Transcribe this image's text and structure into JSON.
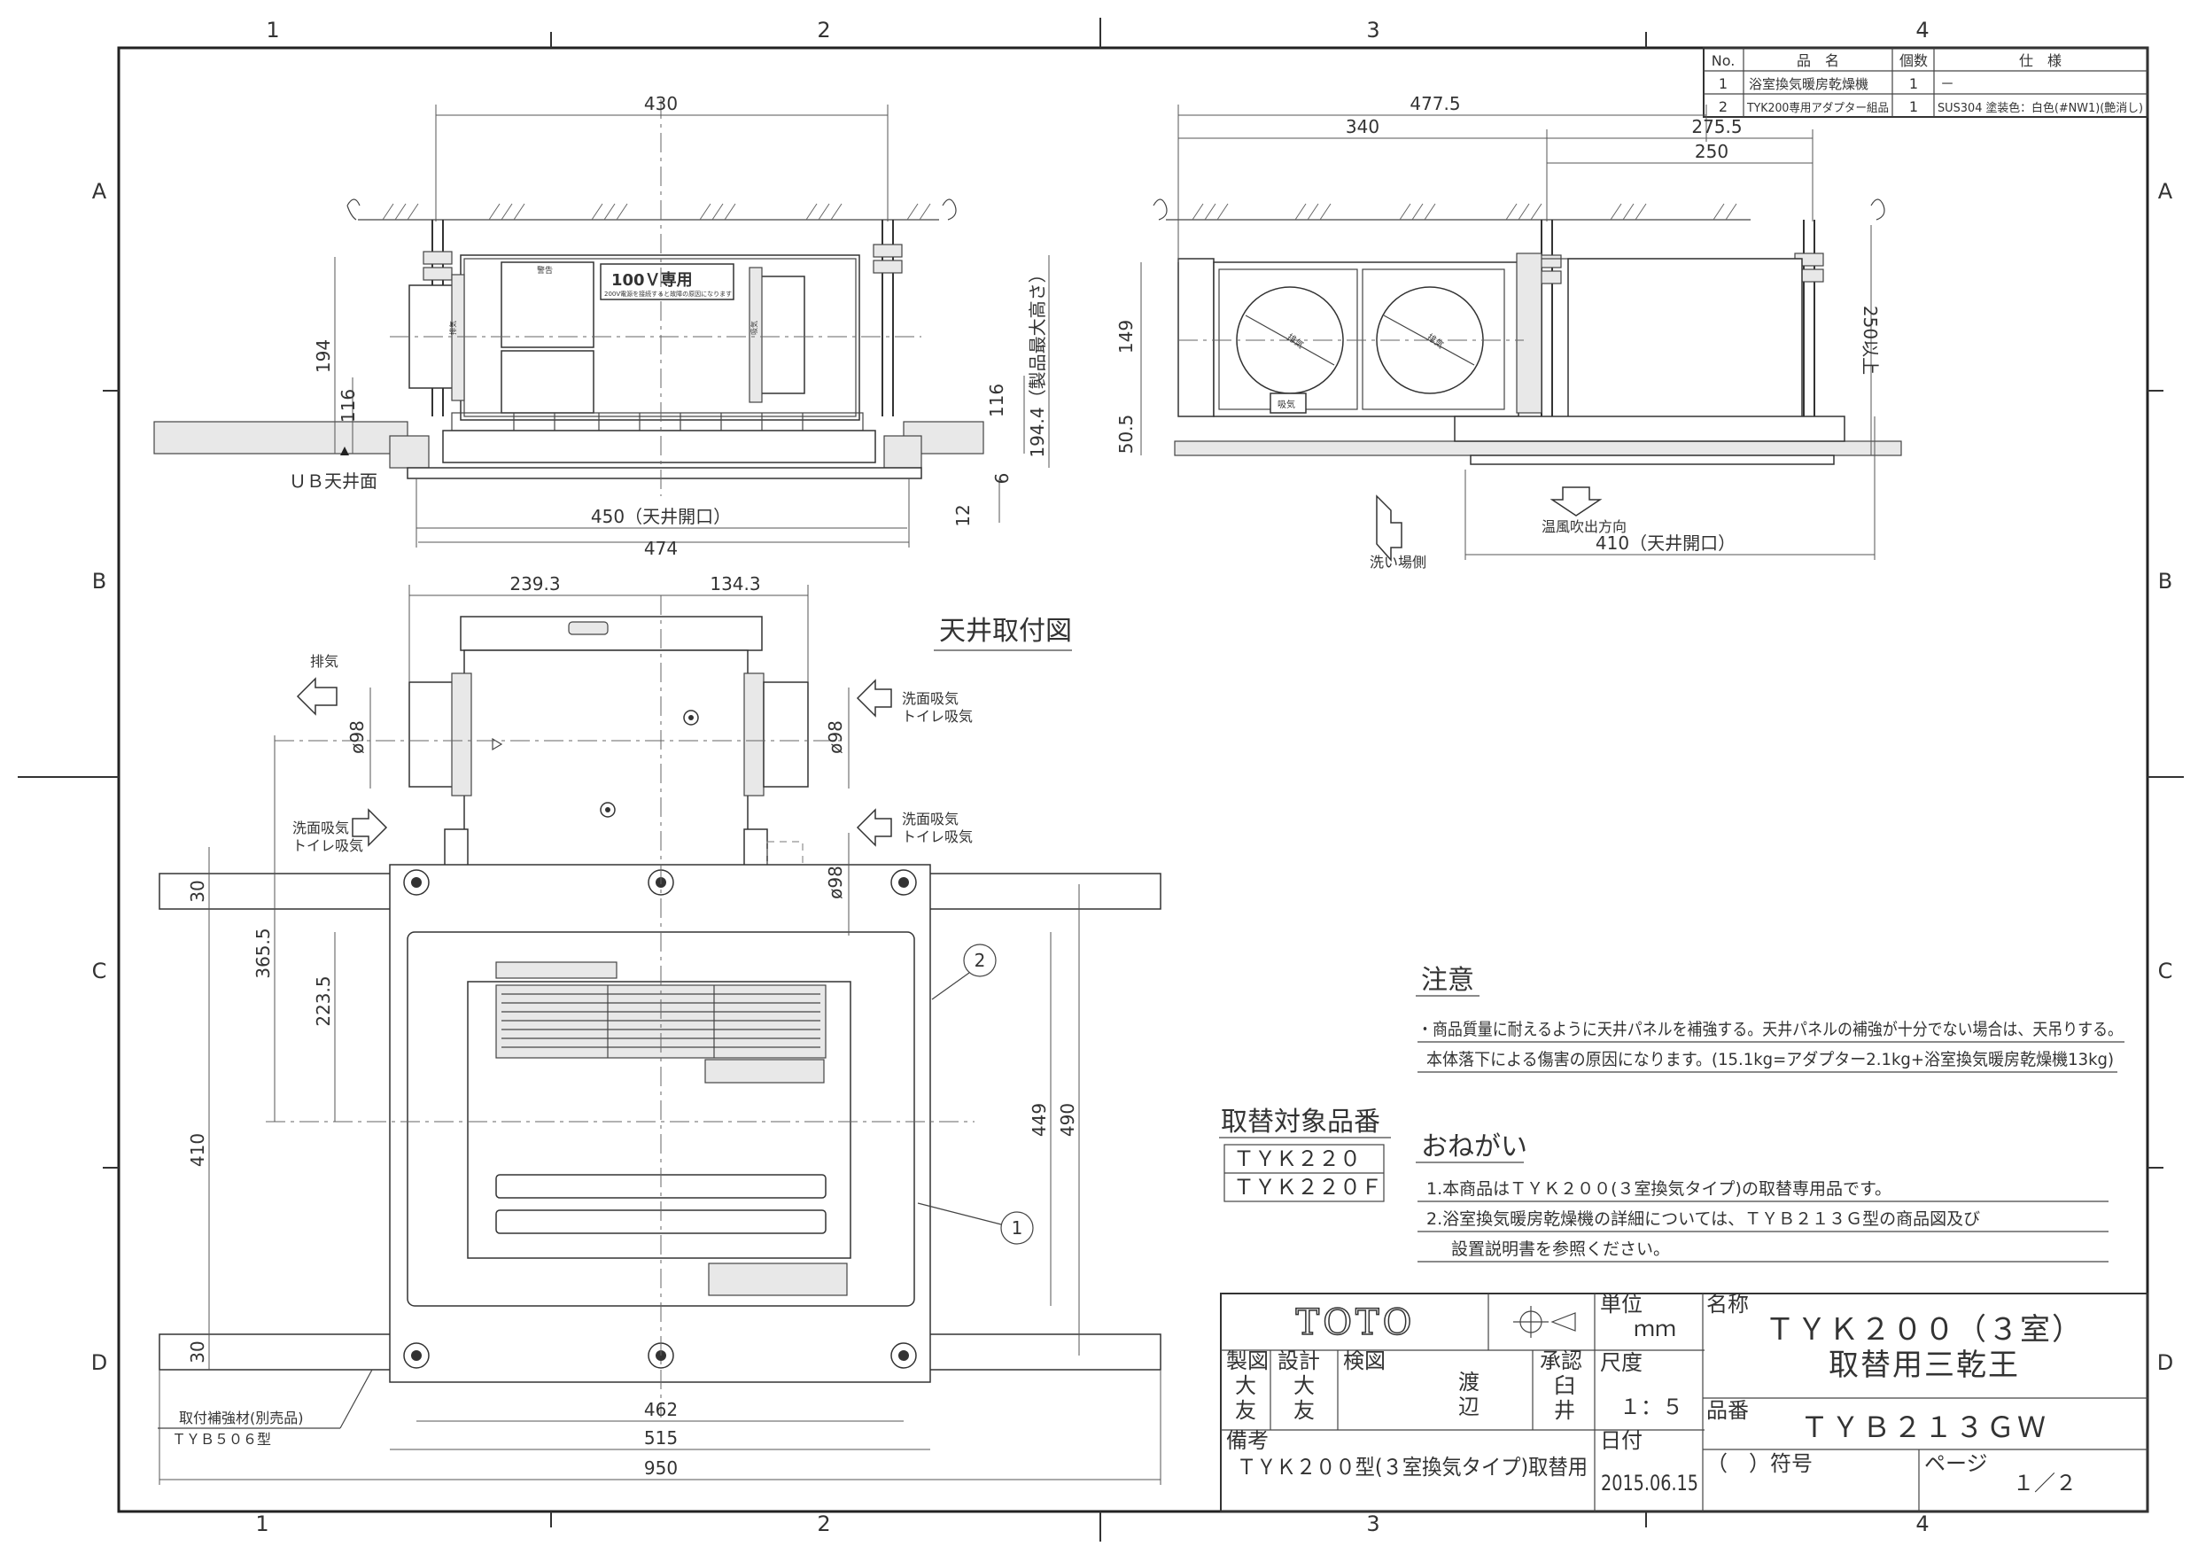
{
  "zones": {
    "top": [
      "1",
      "2",
      "3",
      "4"
    ],
    "bottom": [
      "1",
      "2",
      "3",
      "4"
    ],
    "left": [
      "A",
      "B",
      "C",
      "D"
    ],
    "right": [
      "A",
      "B",
      "C",
      "D"
    ]
  },
  "parts_table": {
    "headers": [
      "No.",
      "品　名",
      "個数",
      "仕　様"
    ],
    "rows": [
      [
        "1",
        "浴室換気暖房乾燥機",
        "1",
        "－"
      ],
      [
        "2",
        "TYK200専用アダプター組品",
        "1",
        "SUS304 塗装色：白色(#NW1)(艶消し)"
      ]
    ]
  },
  "front_view": {
    "dim_width_top": "430",
    "dim_height_194": "194",
    "dim_height_116_left": "116",
    "dim_height_116_right": "116",
    "dim_max_height": "194.4（製品最大高さ）",
    "dim_6": "6",
    "dim_12": "12",
    "dim_opening": "450（天井開口）",
    "dim_474": "474",
    "ub_label": "ＵＢ天井面",
    "label_100v": "100Ｖ専用",
    "label_100v_sub": "200V電源を接続すると故障の原因になります",
    "label_warning": "警告",
    "label_exhaust_small": "排気",
    "label_intake_small": "吸気"
  },
  "side_view": {
    "dim_4775": "477.5",
    "dim_340": "340",
    "dim_2755": "275.5",
    "dim_250": "250",
    "dim_149": "149",
    "dim_505": "50.5",
    "dim_250_min": "250以上",
    "label_exhaust_a": "排気",
    "label_exhaust_b": "排気",
    "label_intake": "吸気",
    "label_warm_air": "温風吹出方向",
    "dim_opening": "410（天井開口）",
    "label_wash_side": "洗い場側"
  },
  "plan_view": {
    "title": "天井取付図",
    "dim_2393": "239.3",
    "dim_1343": "134.3",
    "label_exhaust": "排気",
    "label_wash_intake_r1": "洗面吸気",
    "label_toilet_intake_r1": "トイレ吸気",
    "label_wash_intake_l": "洗面吸気",
    "label_toilet_intake_l": "トイレ吸気",
    "label_wash_intake_r2": "洗面吸気",
    "label_toilet_intake_r2": "トイレ吸気",
    "dim_d98_left": "ø98",
    "dim_d98_right": "ø98",
    "dim_d98_lower": "ø98",
    "dim_30_top": "30",
    "dim_3655": "365.5",
    "dim_2235": "223.5",
    "dim_410": "410",
    "dim_30_bottom": "30",
    "dim_449": "449",
    "dim_490": "490",
    "dim_462": "462",
    "dim_515": "515",
    "dim_950": "950",
    "balloon_1": "1",
    "balloon_2": "2",
    "label_reinforce": "取付補強材(別売品)",
    "label_tyb506": "ＴＹＢ５０６型"
  },
  "notes": {
    "caution_title": "注意",
    "caution_1": "・商品質量に耐えるように天井パネルを補強する。天井パネルの補強が十分でない場合は、天吊りする。",
    "caution_2": "本体落下による傷害の原因になります。(15.1kg=アダプター2.1kg+浴室換気暖房乾燥機13kg)",
    "replace_title": "取替対象品番",
    "replace_1": "ＴＹＫ２２０",
    "replace_2": "ＴＹＫ２２０Ｆ",
    "request_title": "おねがい",
    "request_1": "1.本商品はＴＹＫ２００(３室換気タイプ)の取替専用品です。",
    "request_2": "2.浴室換気暖房乾燥機の詳細については、ＴＹＢ２１３Ｇ型の商品図及び",
    "request_3": "設置説明書を参照ください。"
  },
  "title_block": {
    "brand": "TOTO",
    "unit_label": "単位",
    "unit_value": "ｍｍ",
    "name_label": "名称",
    "name_line1": "ＴＹＫ２００（３室）",
    "name_line2": "取替用三乾王",
    "made_label": "製図",
    "made_1": "大",
    "made_2": "友",
    "design_label": "設計",
    "design_1": "大",
    "design_2": "友",
    "check_label": "検図",
    "check_1": "渡",
    "check_2": "辺",
    "approve_label": "承認",
    "approve_1": "臼",
    "approve_2": "井",
    "scale_label": "尺度",
    "scale_value": "１：５",
    "part_label": "品番",
    "part_value": "ＴＹＢ２１３ＧＷ",
    "remarks_label": "備考",
    "remarks_value": "ＴＹＫ２００型(３室換気タイプ)取替用",
    "date_label": "日付",
    "date_value": "2015.06.15",
    "symbol_label": "（　）符号",
    "page_label": "ページ",
    "page_value": "１／２"
  }
}
